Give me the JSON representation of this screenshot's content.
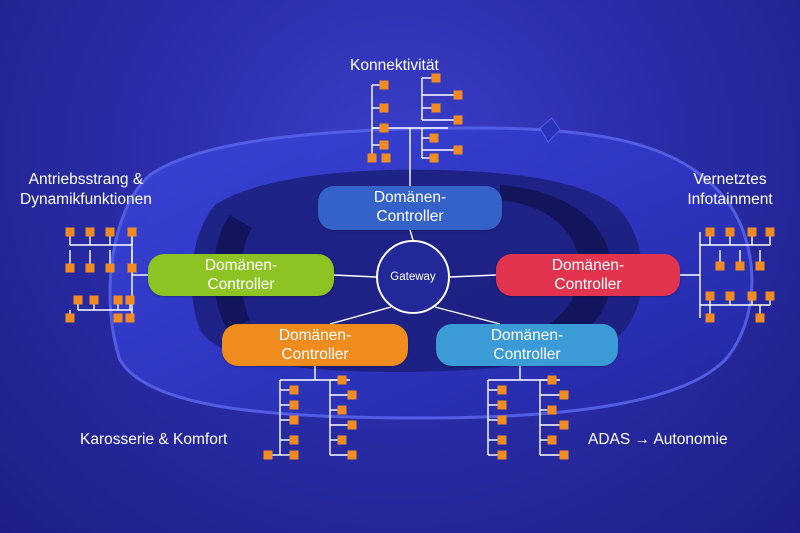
{
  "gateway": {
    "label": "Gateway"
  },
  "domains": {
    "konnektivitaet": {
      "title": "Konnektivität",
      "controller_line1": "Domänen-",
      "controller_line2": "Controller",
      "color": "#3562c8"
    },
    "antrieb": {
      "title_line1": "Antriebsstrang &",
      "title_line2": "Dynamikfunktionen",
      "controller_line1": "Domänen-",
      "controller_line2": "Controller",
      "color": "#8dc424"
    },
    "infotainment": {
      "title_line1": "Vernetztes",
      "title_line2": "Infotainment",
      "controller_line1": "Domänen-",
      "controller_line2": "Controller",
      "color": "#e2334f"
    },
    "karosserie": {
      "title": "Karosserie & Komfort",
      "controller_line1": "Domänen-",
      "controller_line2": "Controller",
      "color": "#f08b1d"
    },
    "adas": {
      "title": "ADAS → Autonomie",
      "controller_line1": "Domänen-",
      "controller_line2": "Controller",
      "color": "#3a9bd6"
    }
  },
  "colors": {
    "background": "#2a2ca8",
    "node": "#f28c22",
    "line": "#ffffff"
  }
}
